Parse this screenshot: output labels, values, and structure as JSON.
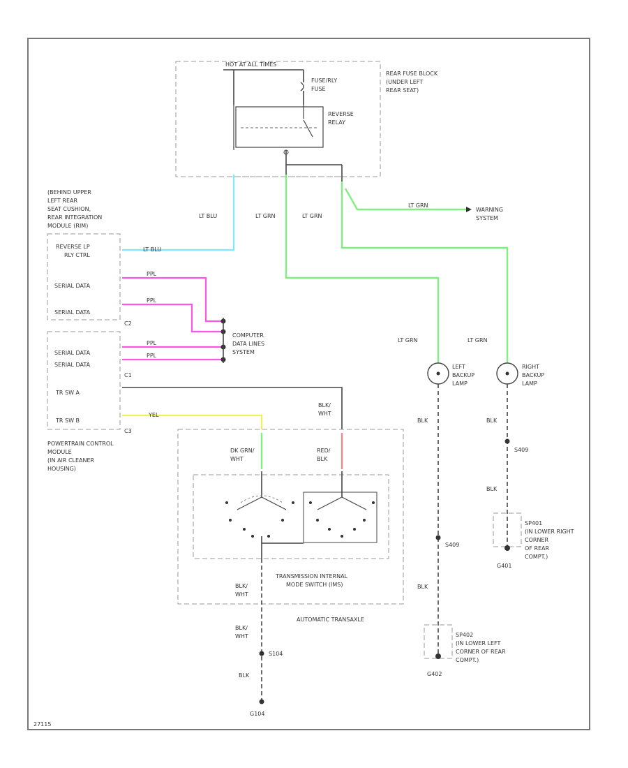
{
  "components": {
    "hot_at_all_times": "HOT AT ALL TIMES",
    "fuse": [
      "FUSE/RLY",
      "FUSE"
    ],
    "reverse_relay": [
      "REVERSE",
      "RELAY"
    ],
    "rear_fuse_block": [
      "REAR FUSE BLOCK",
      "(UNDER LEFT",
      "REAR SEAT)"
    ],
    "module_location": [
      "(BEHIND UPPER",
      "LEFT REAR",
      "SEAT CUSHION,",
      "REAR INTEGRATION",
      "MODULE (RIM)"
    ],
    "pcm": [
      "POWERTRAIN CONTROL",
      "MODULE",
      "(IN AIR CLEANER",
      "HOUSING)"
    ],
    "computer_data_lines": [
      "COMPUTER",
      "DATA LINES",
      "SYSTEM"
    ],
    "warning_system": [
      "WARNING",
      "SYSTEM"
    ],
    "left_backup_lamp": [
      "LEFT",
      "BACKUP",
      "LAMP"
    ],
    "right_backup_lamp": [
      "RIGHT",
      "BACKUP",
      "LAMP"
    ],
    "range_switch": [
      "TRANSMISSION INTERNAL",
      "MODE SWITCH (IMS)"
    ],
    "automatic_transaxle": "AUTOMATIC TRANSAXLE",
    "splice_right": [
      "SP401",
      "(IN LOWER RIGHT",
      "CORNER",
      "OF REAR",
      "COMPT.)"
    ],
    "splice_left": [
      "SP402",
      "(IN LOWER LEFT",
      "CORNER OF REAR",
      "COMPT.)"
    ]
  },
  "pins": {
    "reverse_lp_rly_ctrl": [
      "REVERSE LP",
      "RLY CTRL"
    ],
    "serial_data": "SERIAL DATA",
    "trs_a": "TR SW A",
    "trs_b": "TR SW B",
    "c1": "C1",
    "c2": "C2",
    "c3": "C3"
  },
  "wires": {
    "lt_blu": "LT BLU",
    "lt_grn": "LT GRN",
    "blk": "BLK",
    "blk_wht": [
      "BLK/",
      "WHT"
    ],
    "dk_grn_wht": [
      "DK GRN/",
      "WHT"
    ],
    "red_blk": [
      "RED/",
      "BLK"
    ],
    "ppl": "PPL",
    "yel": "YEL"
  },
  "grounds": {
    "g401": "G401",
    "g402": "G402",
    "g104": "G104",
    "s409": "S409",
    "s104": "S104"
  },
  "diagram_id": "27115"
}
